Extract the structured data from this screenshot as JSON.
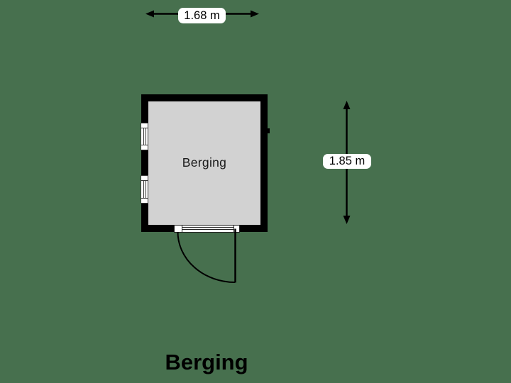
{
  "floorplan": {
    "title": "Berging",
    "room": {
      "name": "Berging",
      "width": "1.68 m",
      "height": "1.85 m"
    },
    "colors": {
      "background": "#47704E",
      "wall": "#000000",
      "floor": "#D2D2D2",
      "label_background": "#FFFFFF",
      "text": "#000000"
    }
  }
}
